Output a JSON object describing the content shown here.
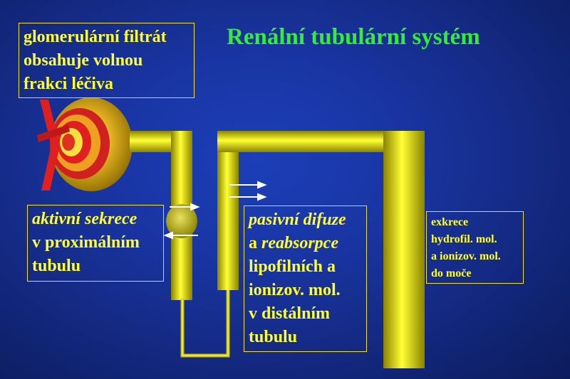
{
  "title": "Renální tubulární systém",
  "labels": {
    "filtrate": [
      "glomerulární filtrát",
      "obsahuje volnou",
      "frakci léčiva"
    ],
    "secretion": {
      "line1_italic": "aktivní sekrece",
      "line2": "v proximálním",
      "line3": "tubulu"
    },
    "diffusion": {
      "line1_italic": "pasivní difuze",
      "line2_prefix": "a ",
      "line2_italic": "reabsorpce",
      "line3": "lipofilních a",
      "line4": "ionizov. mol.",
      "line5": "v distálním",
      "line6": "tubulu"
    },
    "excretion": [
      "exkrece",
      "hydrofil. mol.",
      "a ionizov. mol.",
      "do moče"
    ]
  },
  "colors": {
    "background": "#1a36a6",
    "title": "#33ee33",
    "label_text": "#ffff33",
    "tubule": "#e8e000",
    "vessel": "#e02020",
    "glomerulus_outer": "#d89a10",
    "arrow": "#ffffff"
  }
}
